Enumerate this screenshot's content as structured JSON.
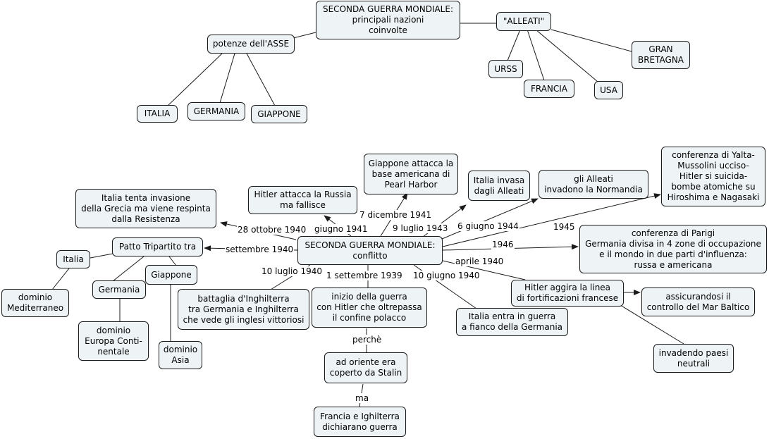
{
  "nodes": {
    "main_top": "SECONDA GUERRA MONDIALE:\nprincipali nazioni\ncoinvolte",
    "alleati": "\"ALLEATI\"",
    "asse": "potenze dell'ASSE",
    "gran_bretagna": "GRAN\nBRETAGNA",
    "urss": "URSS",
    "francia": "FRANCIA",
    "usa": "USA",
    "italia_top": "ITALIA",
    "germania_top": "GERMANIA",
    "giappone_top": "GIAPPONE",
    "center": "SECONDA GUERRA MONDIALE:\nconflitto",
    "grecia": "Italia tenta invasione\ndella Grecia ma viene respinta\ndalla Resistenza",
    "russia": "Hitler attacca la Russia\nma fallisce",
    "pearl": "Giappone attacca la\nbase americana di\nPearl Harbor",
    "italia_invasa": "Italia invasa\ndagli Alleati",
    "normandia": "gli Alleati\ninvadono la Normandia",
    "yalta": "conferenza di Yalta-\nMussolini ucciso-\nHitler si suicida-\nbombe atomiche su\nHiroshima e Nagasaki",
    "parigi": "conferenza di Parigi\nGermania divisa in 4 zone di occupazione\ne il mondo in due parti d'influenza:\nrussa e americana",
    "tripartito": "Patto Tripartito tra",
    "italia_left": "Italia",
    "germania_left": "Germania",
    "giappone_left": "Giappone",
    "mediterraneo": "dominio\nMediterraneo",
    "europa": "dominio\nEuropa Conti-\nnentale",
    "asia": "dominio\nAsia",
    "inghilterra": "battaglia d'Inghilterra\ntra Germania e Inghilterra\nche vede gli inglesi vittoriosi",
    "inizio": "inizio della guerra\ncon Hitler che oltrepassa\nil confine polacco",
    "stalin": "ad oriente era\ncoperto da Stalin",
    "francia_ingh": "Francia e Ighilterra\ndichiarano guerra",
    "italia_guerra": "Italia entra in guerra\na fianco della Germania",
    "hitler_linea": "Hitler aggira la linea\ndi fortificazioni francese",
    "baltico": "assicurandosi il\ncontrollo del Mar Baltico",
    "neutrali": "invadendo paesi\nneutrali"
  },
  "labels": {
    "l_28ott": "28 ottobre 1940",
    "l_giu41": "giugno 1941",
    "l_7dic": "7 dicembre 1941",
    "l_9lug": "9 luglio 1943",
    "l_6giu": "6 giugno 1944",
    "l_1945": "1945",
    "l_1946": "1946",
    "l_set40": "settembre 1940",
    "l_10lug": "10 luglio 1940",
    "l_1set": "1 settembre 1939",
    "l_10giu": "10 giugno 1940",
    "l_apr40": "aprile 1940",
    "l_perche": "perchè",
    "l_ma": "ma"
  },
  "colors": {
    "node_fill": "#eef3f6",
    "border": "#1b1b1b",
    "line": "#1b1b1b"
  }
}
